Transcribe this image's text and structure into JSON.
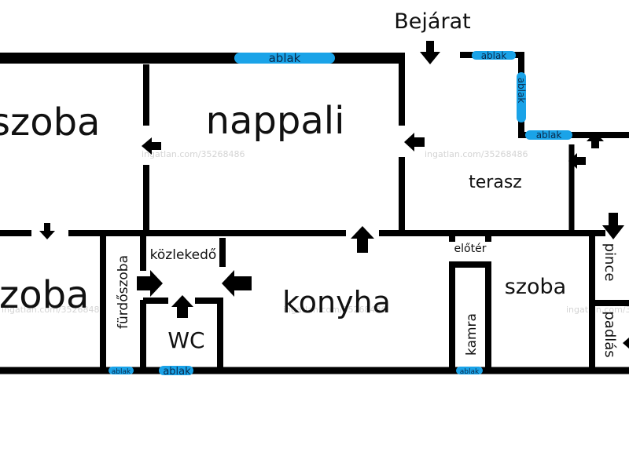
{
  "plan": {
    "entrance": "Bejárat",
    "window": "ablak",
    "rooms": {
      "room_left_top": "szoba",
      "living_room": "nappali",
      "terrace": "terasz",
      "room_left_bottom": "szoba",
      "bathroom": "fürdőszoba",
      "hallway": "közlekedő",
      "wc": "WC",
      "kitchen": "konyha",
      "vestibule": "előtér",
      "pantry": "kamra",
      "room_right": "szoba",
      "cellar": "pince",
      "attic": "padlás"
    },
    "watermark": "ingatlan.com/35268486"
  },
  "colors": {
    "wall": "#000000",
    "window": "#1aa3e8",
    "text": "#111111"
  }
}
